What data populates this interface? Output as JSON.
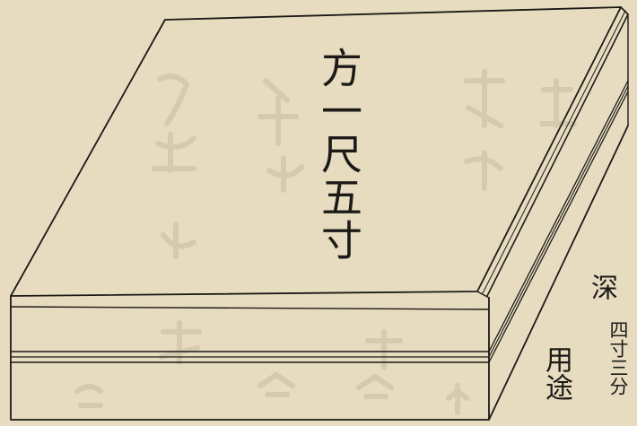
{
  "document": {
    "main_label": "方一尺五寸",
    "side_label_depth": "深",
    "side_label_depth_detail": "四寸三分",
    "side_label_use": "用途"
  },
  "colors": {
    "paper": "#e8dcc0",
    "ink": "#1c1a17",
    "bleed_through": "#7d7264"
  }
}
